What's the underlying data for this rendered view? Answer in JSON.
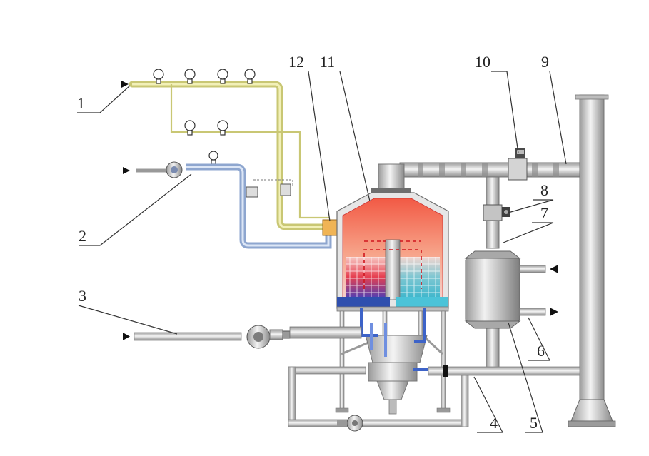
{
  "labels": [
    {
      "id": "1",
      "text": "1"
    },
    {
      "id": "2",
      "text": "2"
    },
    {
      "id": "3",
      "text": "3"
    },
    {
      "id": "4",
      "text": "4"
    },
    {
      "id": "5",
      "text": "5"
    },
    {
      "id": "6",
      "text": "6"
    },
    {
      "id": "7",
      "text": "7"
    },
    {
      "id": "8",
      "text": "8"
    },
    {
      "id": "9",
      "text": "9"
    },
    {
      "id": "10",
      "text": "10"
    },
    {
      "id": "11",
      "text": "11"
    },
    {
      "id": "12",
      "text": "12"
    }
  ],
  "colors": {
    "gas_pipe": "#c9c774",
    "air_pipe": "#a9bde0",
    "steel": "#c7c7c7",
    "steel_dark": "#8c8c8c",
    "flame_top": "#f36b4f",
    "cold_water": "#4bc3d8",
    "hot_water": "#e8303a",
    "blue_base": "#2f4fae"
  }
}
